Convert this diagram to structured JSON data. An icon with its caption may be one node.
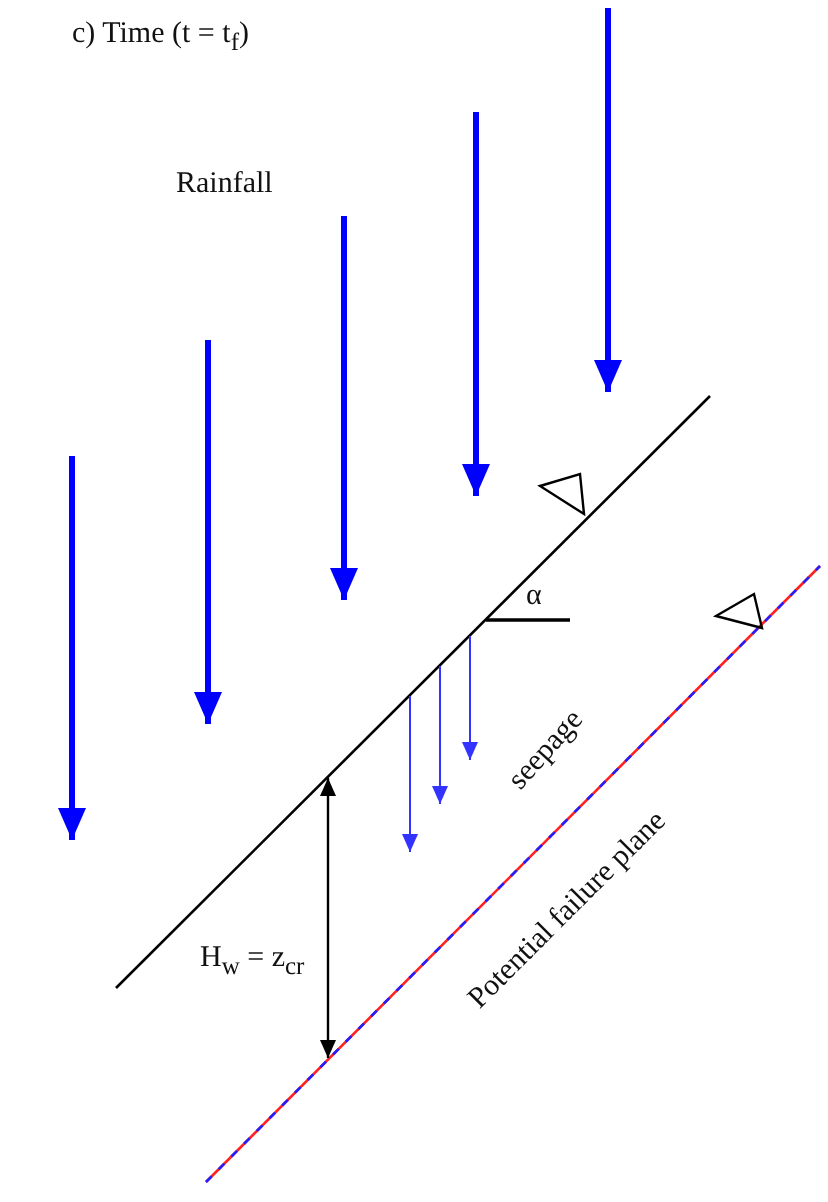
{
  "diagram": {
    "title": "c) Time (t = t$_{f}$)",
    "labels": [
      "Rainfall",
      "α",
      "seepage",
      "H$_{w}$ = z$_{cr}$",
      "Potential failure plane"
    ]
  }
}
